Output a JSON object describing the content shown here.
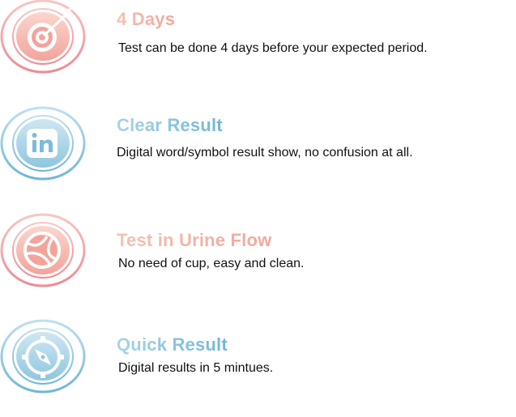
{
  "features": [
    {
      "title": "4 Days",
      "description": "Test can be done 4 days before your expected period.",
      "icon": "target-icon",
      "accent": "#ee8a94"
    },
    {
      "title": "Clear Result",
      "description": "Digital word/symbol result show, no confusion at all.",
      "icon": "linkedin-icon",
      "accent": "#6fb7d5"
    },
    {
      "title": "Test in Urine Flow",
      "description": "No need of cup, easy and clean.",
      "icon": "dribbble-icon",
      "accent": "#ee8a94"
    },
    {
      "title": "Quick Result",
      "description": "Digital results in 5 mintues.",
      "icon": "compass-icon",
      "accent": "#6fb7d5"
    }
  ]
}
